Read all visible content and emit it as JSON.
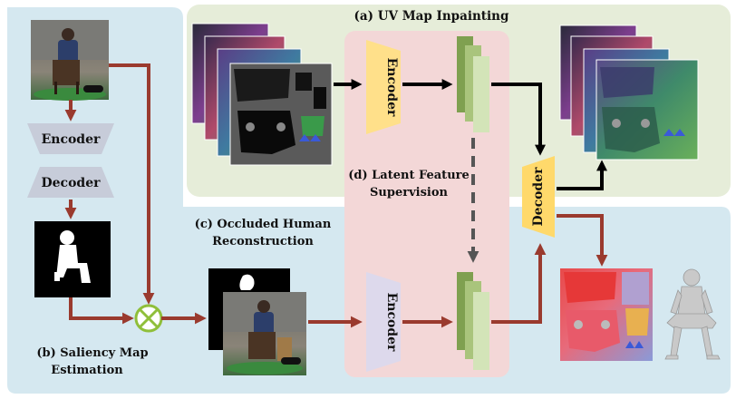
{
  "labels": {
    "uv_title": "(a) UV Map Inpainting",
    "saliency_line1": "(b) Saliency Map",
    "saliency_line2": "Estimation",
    "occluded_line1": "(c) Occluded Human",
    "occluded_line2": "Reconstruction",
    "latent_line1": "(d) Latent  Feature",
    "latent_line2": "Supervision"
  },
  "blocks": {
    "encoder": "Encoder",
    "decoder": "Decoder"
  },
  "colors": {
    "blue_panel": "#d5e8f0",
    "green_panel": "#e6edd9",
    "pink_panel": "#f3d7d7",
    "red_arrow": "#9a3a2e",
    "black_arrow": "#000000",
    "encoder_yellow": "#ffe08a",
    "encoder_lavender": "#ddd9ec",
    "enc_gray": "#c7ccd9",
    "feature_dark": "#7fa050",
    "feature_mid": "#a9c47c",
    "feature_light": "#d3e4b8",
    "combine_green": "#8fbf3a",
    "decoder_yellow": "#ffd96b"
  },
  "icons": {
    "combine": "circle-x-icon",
    "human_mesh": "seated-human-mesh-icon"
  }
}
